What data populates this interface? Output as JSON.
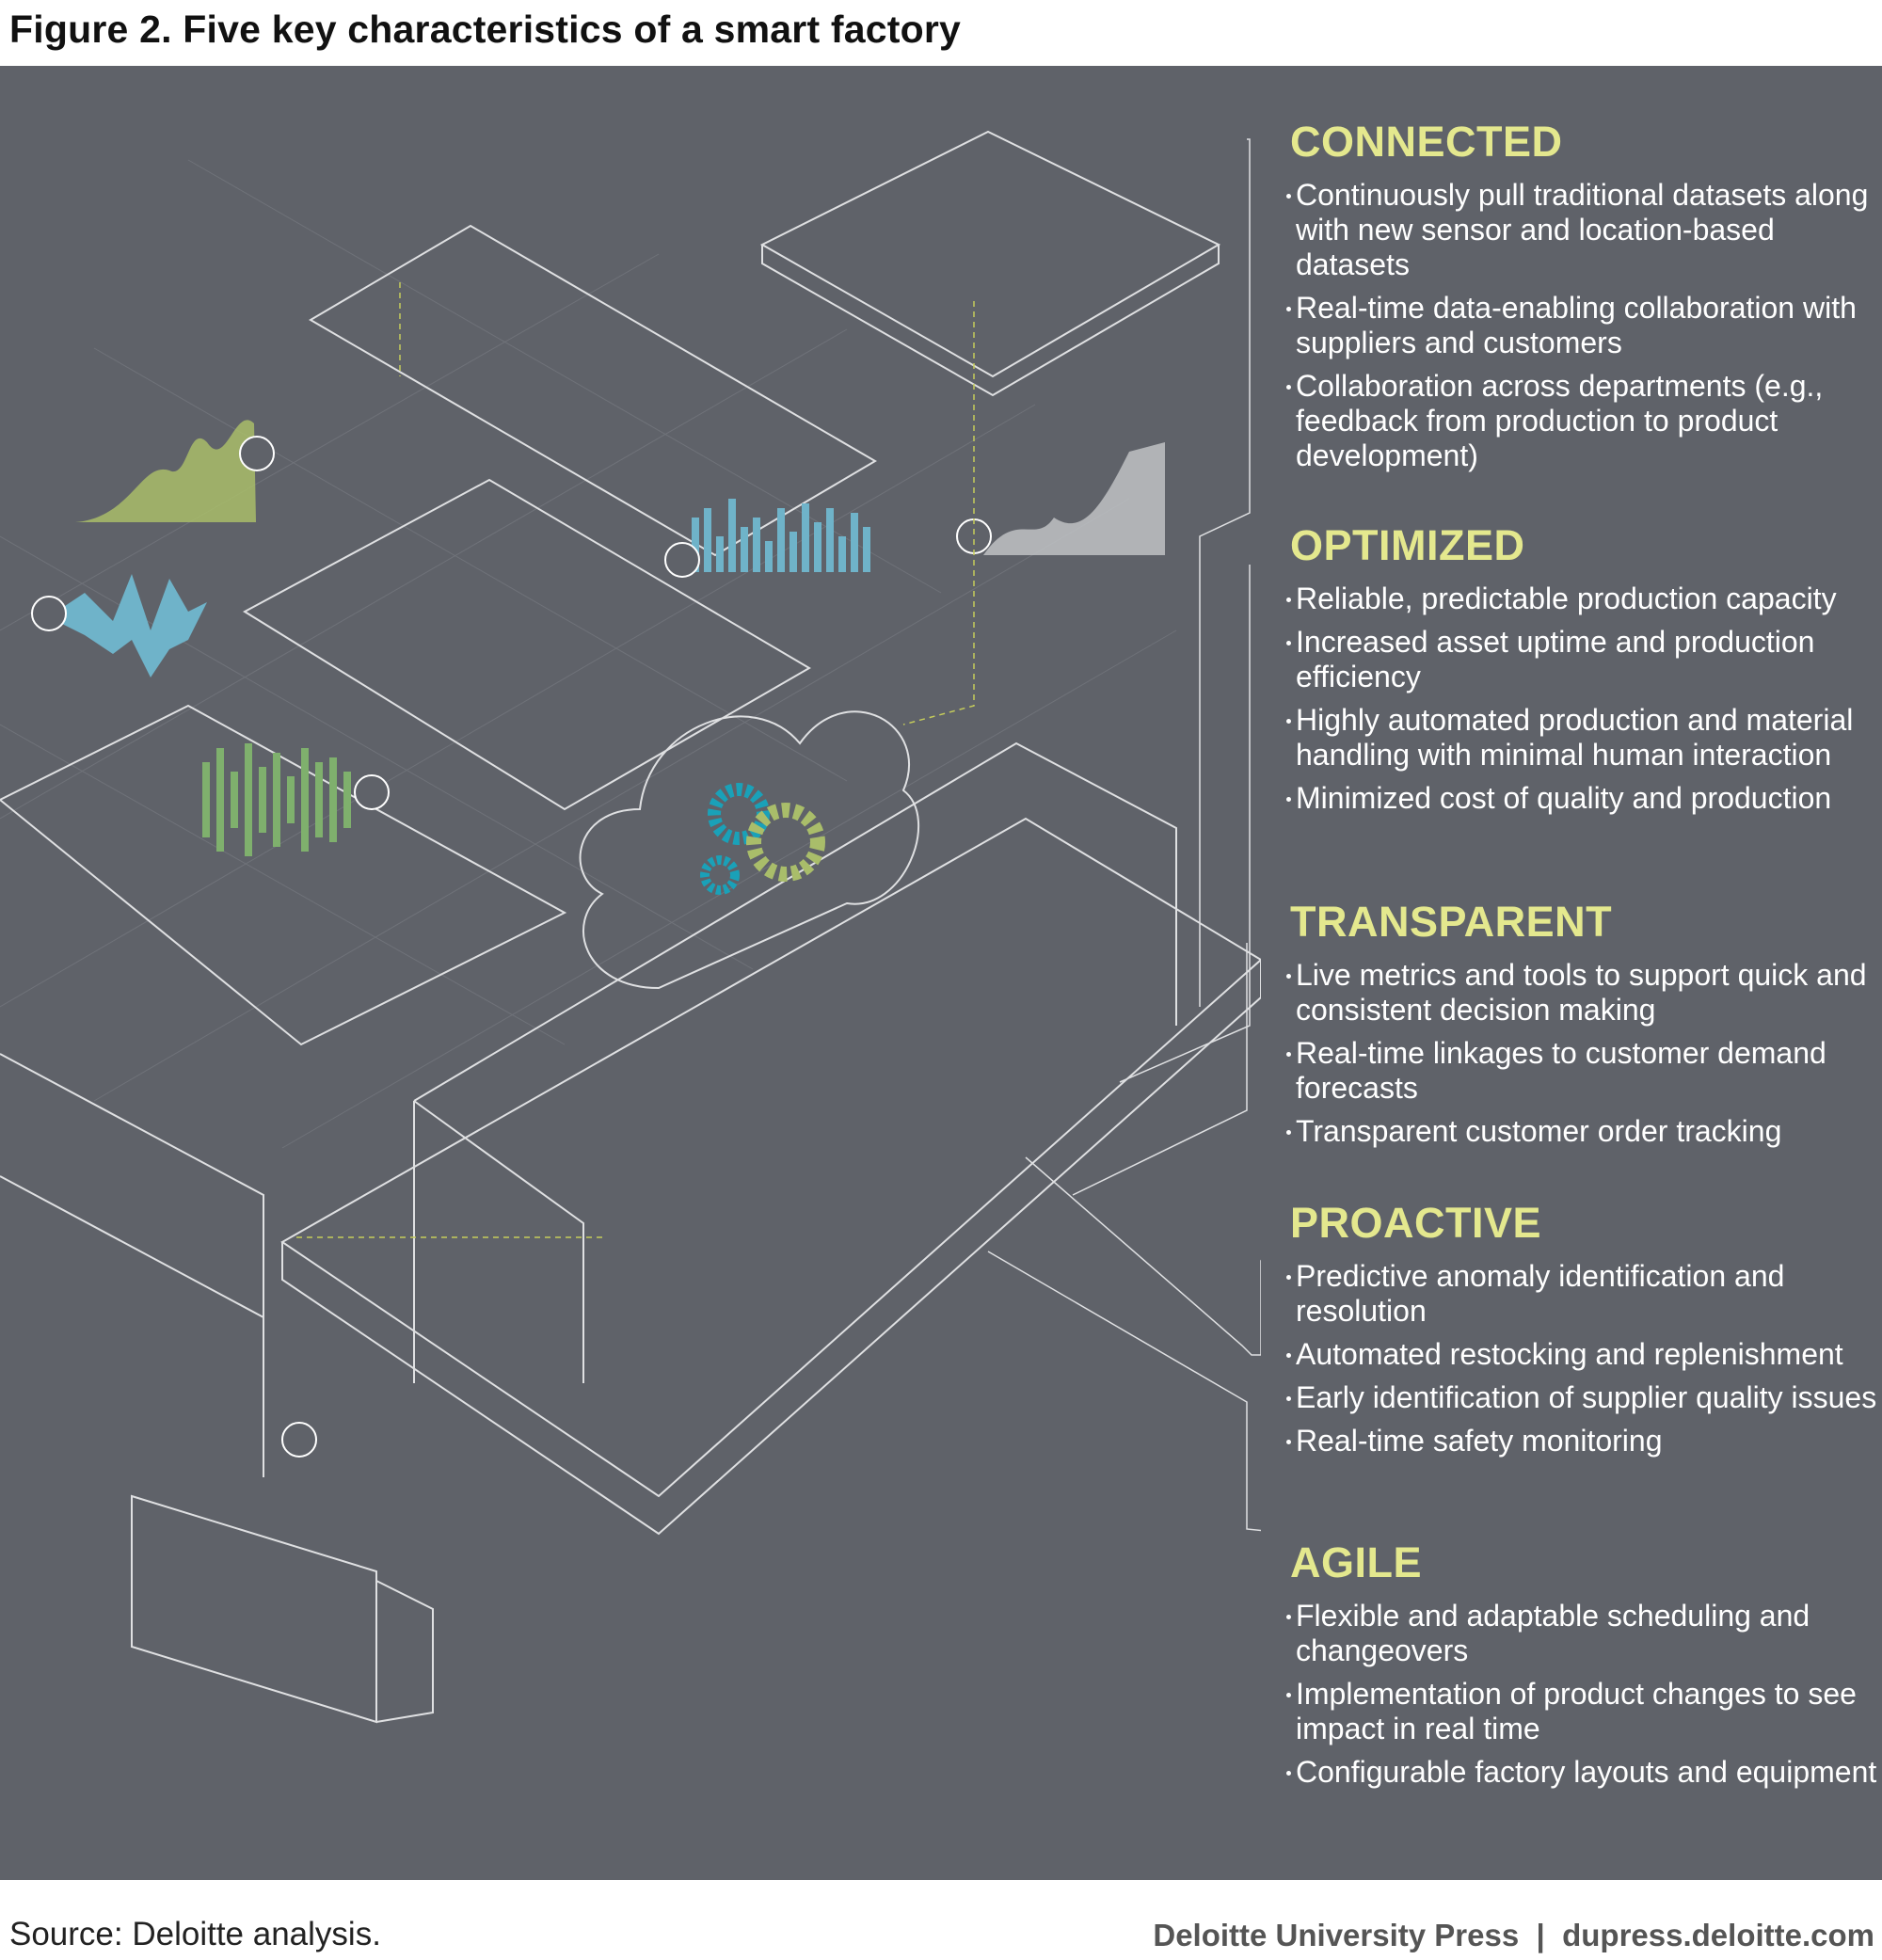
{
  "title": "Figure 2. Five key characteristics of a smart factory",
  "sections": [
    {
      "heading": "CONNECTED",
      "bullets": [
        "Continuously pull traditional datasets along with new sensor and location-based datasets",
        "Real-time data-enabling collaboration with suppliers and customers",
        "Collaboration across departments (e.g., feedback from production to product development)"
      ]
    },
    {
      "heading": "OPTIMIZED",
      "bullets": [
        "Reliable, predictable production capacity",
        "Increased asset uptime and production efficiency",
        "Highly automated production and material handling with minimal human interaction",
        "Minimized cost of quality and production"
      ]
    },
    {
      "heading": "TRANSPARENT",
      "bullets": [
        "Live metrics and tools to support quick and consistent decision making",
        "Real-time linkages to customer demand forecasts",
        "Transparent customer order tracking"
      ]
    },
    {
      "heading": "PROACTIVE",
      "bullets": [
        "Predictive anomaly identification and resolution",
        "Automated restocking and replenishment",
        "Early identification of supplier quality issues",
        "Real-time safety monitoring"
      ]
    },
    {
      "heading": "AGILE",
      "bullets": [
        "Flexible and adaptable scheduling and changeovers",
        "Implementation of product changes to see impact in real time",
        "Configurable factory layouts and equipment"
      ]
    }
  ],
  "footer": {
    "source": "Source: Deloitte analysis.",
    "credit": "Deloitte University Press  |  dupress.deloitte.com"
  },
  "colors": {
    "panel": "#5f6269",
    "heading": "#e4e88e",
    "accent_green": "#a9bd6a",
    "accent_blue": "#6fb3c9"
  }
}
